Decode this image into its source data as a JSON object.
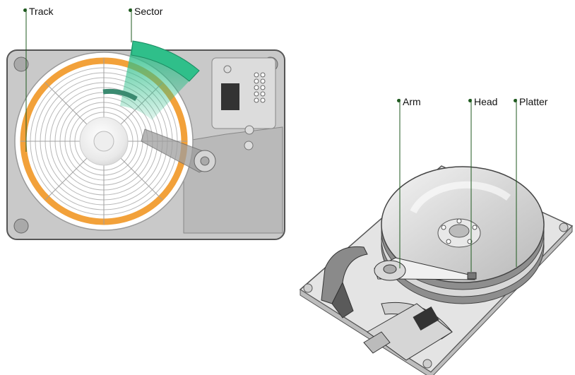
{
  "labels": {
    "track": "Track",
    "sector": "Sector",
    "arm": "Arm",
    "head": "Head",
    "platter": "Platter"
  },
  "colors": {
    "track_ring": "#f2a13a",
    "sector_wedge": "#2fbf8a",
    "leader_line": "#1f5a1f",
    "drive_body": "#c9c9c9",
    "drive_frame": "#555555"
  }
}
